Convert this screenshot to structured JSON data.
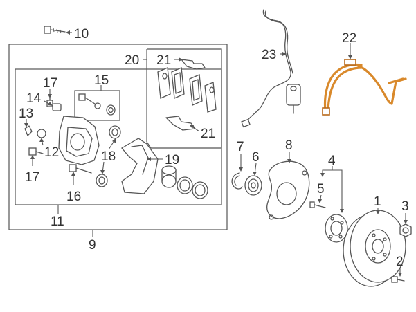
{
  "callouts": {
    "c1": "1",
    "c2": "2",
    "c3": "3",
    "c4": "4",
    "c5": "5",
    "c6": "6",
    "c7": "7",
    "c8": "8",
    "c9": "9",
    "c10": "10",
    "c11": "11",
    "c12": "12",
    "c13": "13",
    "c14": "14",
    "c15": "15",
    "c16": "16",
    "c17a": "17",
    "c17b": "17",
    "c18": "18",
    "c19": "19",
    "c20": "20",
    "c21a": "21",
    "c21b": "21",
    "c22": "22",
    "c23": "23"
  },
  "colors": {
    "line": "#555555",
    "highlight": "#d9892b",
    "background": "#ffffff"
  }
}
